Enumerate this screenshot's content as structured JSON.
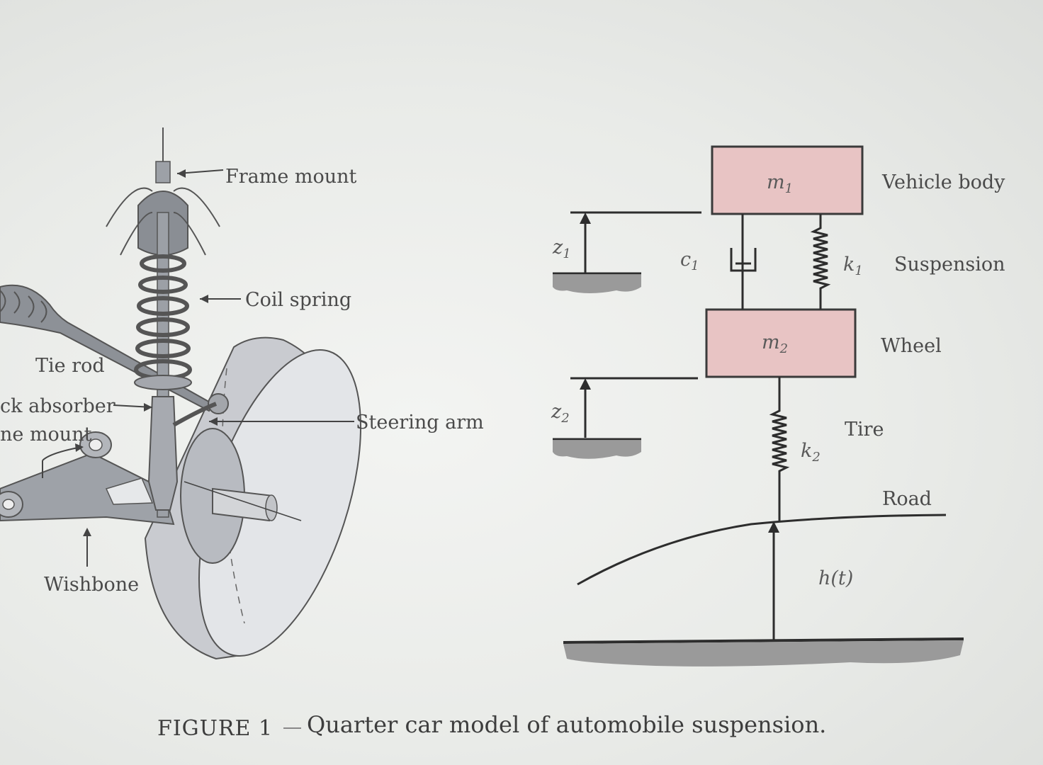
{
  "left_figure": {
    "labels": {
      "frame_mount": "Frame mount",
      "coil_spring": "Coil spring",
      "tie_rod": "Tie rod",
      "shock_absorber": "ck absorber",
      "frame_mount_2": "ne mount",
      "steering_arm": "Steering arm",
      "wishbone": "Wishbone"
    }
  },
  "right_figure": {
    "mass1": {
      "base": "m",
      "sub": "1"
    },
    "mass2": {
      "base": "m",
      "sub": "2"
    },
    "damper": {
      "base": "c",
      "sub": "1"
    },
    "spring1": {
      "base": "k",
      "sub": "1"
    },
    "spring2": {
      "base": "k",
      "sub": "2"
    },
    "z1": {
      "base": "z",
      "sub": "1"
    },
    "z2": {
      "base": "z",
      "sub": "2"
    },
    "h": "h(t)",
    "labels": {
      "vehicle_body": "Vehicle body",
      "suspension": "Suspension",
      "wheel": "Wheel",
      "tire": "Tire",
      "road": "Road"
    },
    "colors": {
      "mass_fill": "#e8c4c4"
    }
  },
  "caption": {
    "figure_number": "FIGURE 1",
    "text": "Quarter car model of automobile suspension."
  }
}
